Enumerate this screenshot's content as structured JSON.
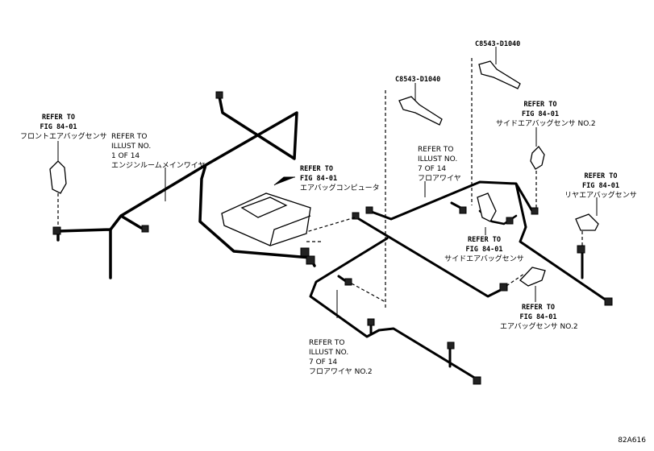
{
  "figure_id": "82A616",
  "callouts": {
    "front_sensor": {
      "l1": "REFER TO",
      "l2": "FIG 84-01",
      "l3": "フロントエアバッグセンサ"
    },
    "engine_wire": {
      "l1": "REFER TO",
      "l2": "ILLUST NO.",
      "l3": "1 OF 14",
      "l4": "エンジンルームメインワイヤ"
    },
    "computer": {
      "l1": "REFER TO",
      "l2": "FIG 84-01",
      "l3": "エアバッグコンピュータ"
    },
    "floor_wire": {
      "l1": "REFER TO",
      "l2": "ILLUST NO.",
      "l3": "7 OF 14",
      "l4": "フロアワイヤ"
    },
    "side_sensor_no2": {
      "l1": "REFER TO",
      "l2": "FIG 84-01",
      "l3": "サイドエアバッグセンサ NO.2"
    },
    "rear_sensor": {
      "l1": "REFER TO",
      "l2": "FIG 84-01",
      "l3": "リヤエアバッグセンサ"
    },
    "side_sensor": {
      "l1": "REFER TO",
      "l2": "FIG 84-01",
      "l3": "サイドエアバッグセンサ"
    },
    "sensor_no2": {
      "l1": "REFER TO",
      "l2": "FIG 84-01",
      "l3": "エアバッグセンサ NO.2"
    },
    "floor_wire_no2": {
      "l1": "REFER TO",
      "l2": "ILLUST NO.",
      "l3": "7 OF 14",
      "l4": "フロアワイヤ NO.2"
    }
  },
  "part_codes": {
    "clamp_a": "C8543-D1040",
    "clamp_b": "C8543-D1040"
  }
}
